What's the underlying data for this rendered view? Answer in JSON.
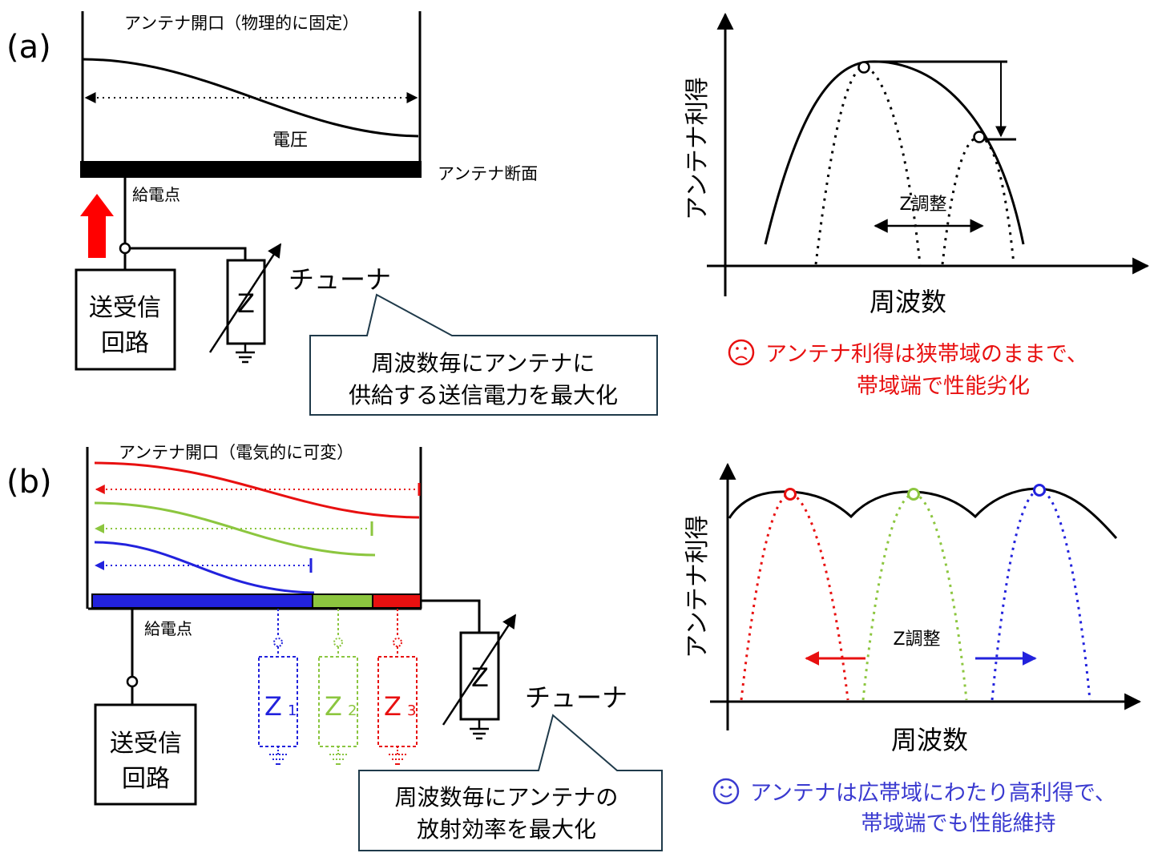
{
  "panel_a": {
    "label": "(a)",
    "aperture_title": "アンテナ開口（物理的に固定）",
    "voltage_label": "電圧",
    "cross_section_label": "アンテナ断面",
    "feed_point_label": "給電点",
    "transceiver_line1": "送受信",
    "transceiver_line2": "回路",
    "impedance_label": "Z",
    "tuner_label": "チューナ",
    "callout_line1": "周波数毎にアンテナに",
    "callout_line2": "供給する送信電力を最大化",
    "graph": {
      "ylabel": "アンテナ利得",
      "xlabel": "周波数",
      "z_adjust_label": "Z調整"
    },
    "result_icon": "frown-face-icon",
    "result_line1": "アンテナ利得は狭帯域のままで、",
    "result_line2": "帯域端で性能劣化"
  },
  "panel_b": {
    "label": "(b)",
    "aperture_title": "アンテナ開口（電気的に可変）",
    "feed_point_label": "給電点",
    "transceiver_line1": "送受信",
    "transceiver_line2": "回路",
    "impedance_label": "Z",
    "z1_main": "Z",
    "z1_sub": "1",
    "z2_main": "Z",
    "z2_sub": "2",
    "z3_main": "Z",
    "z3_sub": "3",
    "tuner_label": "チューナ",
    "callout_line1": "周波数毎にアンテナの",
    "callout_line2": "放射効率を最大化",
    "graph": {
      "ylabel": "アンテナ利得",
      "xlabel": "周波数",
      "z_adjust_label": "Z調整"
    },
    "result_icon": "smile-face-icon",
    "result_line1": "アンテナは広帯域にわたり高利得で、",
    "result_line2": "帯域端でも性能維持"
  },
  "colors": {
    "red": "#e81010",
    "green": "#8cc63f",
    "blue": "#2222dd",
    "feed_arrow": "#ff0000",
    "result_a": "#e81010",
    "result_b": "#3a3ad0",
    "callout_border": "#1f3a4a"
  }
}
